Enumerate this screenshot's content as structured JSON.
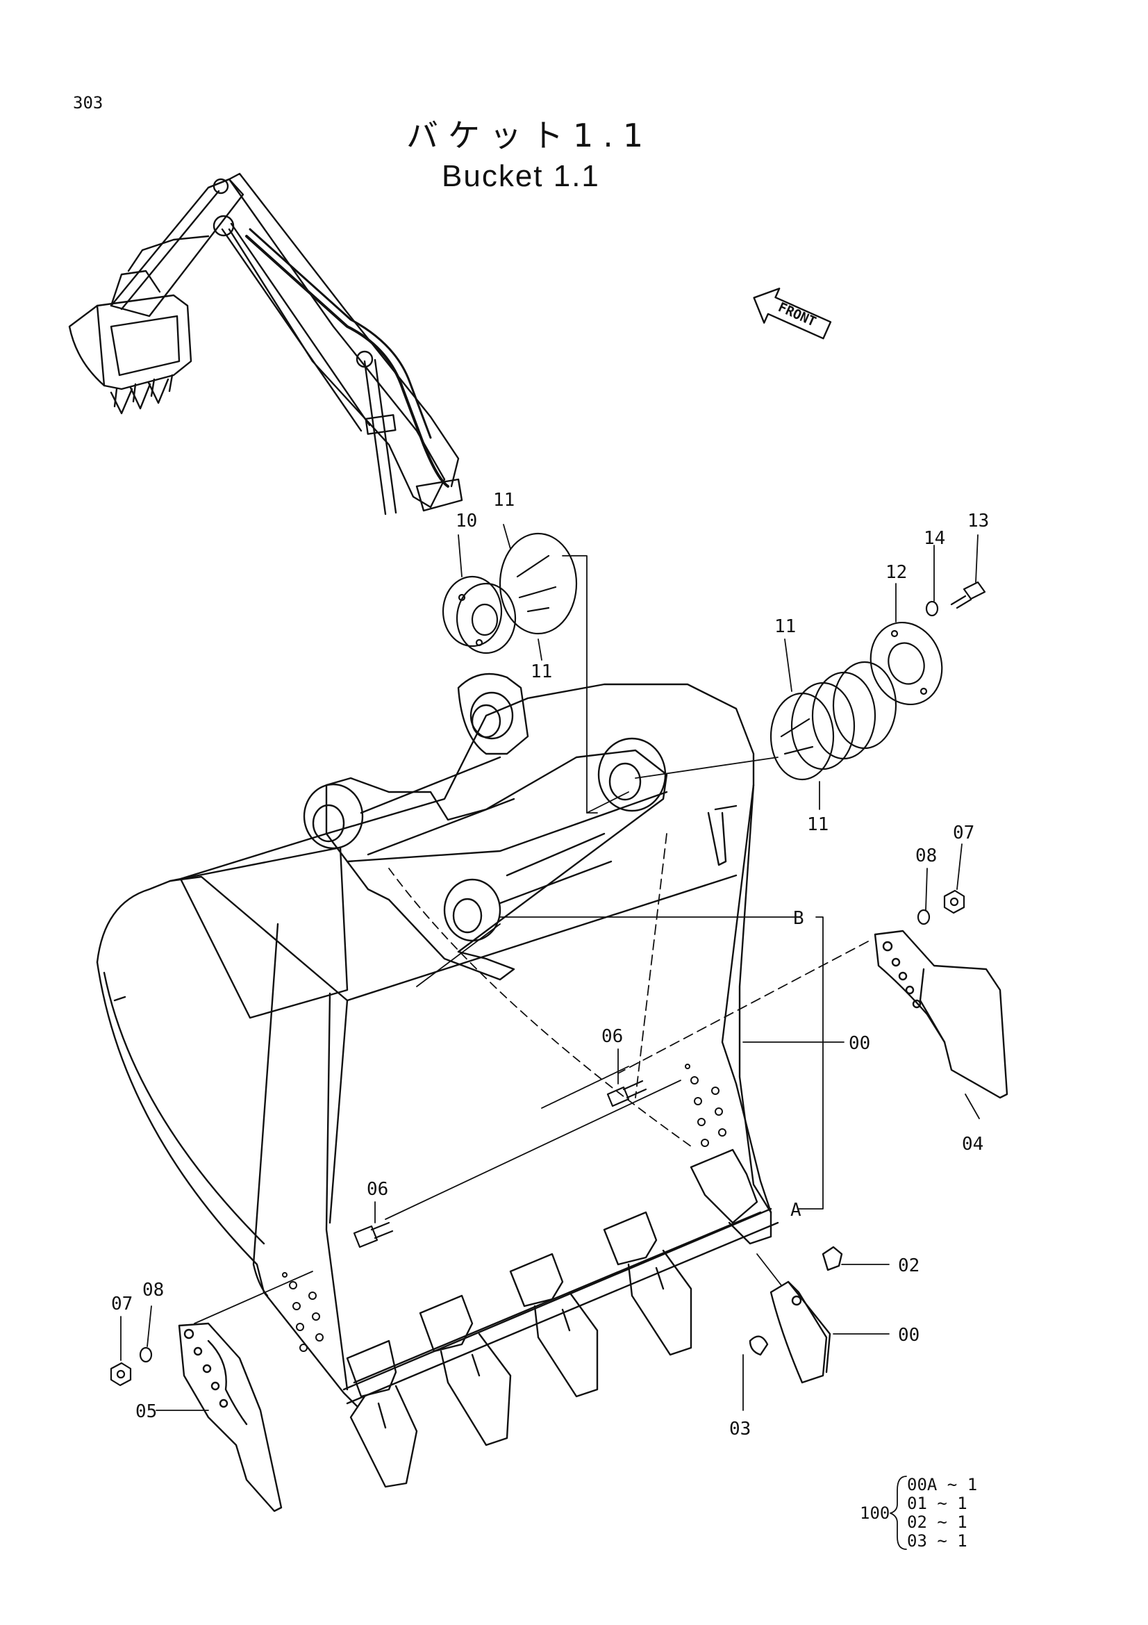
{
  "page_number": "303",
  "title_jp": "バケット1.1",
  "title_en": "Bucket 1.1",
  "front_label": "FRONT",
  "callouts": [
    {
      "id": "c10",
      "label": "10"
    },
    {
      "id": "c11a",
      "label": "11"
    },
    {
      "id": "c11b",
      "label": "11"
    },
    {
      "id": "c11c",
      "label": "11"
    },
    {
      "id": "c11d",
      "label": "11"
    },
    {
      "id": "c12",
      "label": "12"
    },
    {
      "id": "c13",
      "label": "13"
    },
    {
      "id": "c14",
      "label": "14"
    },
    {
      "id": "c08r",
      "label": "08"
    },
    {
      "id": "c07r",
      "label": "07"
    },
    {
      "id": "cB",
      "label": "B"
    },
    {
      "id": "c06a",
      "label": "06"
    },
    {
      "id": "c00a",
      "label": "00"
    },
    {
      "id": "c04",
      "label": "04"
    },
    {
      "id": "c06b",
      "label": "06"
    },
    {
      "id": "cA",
      "label": "A"
    },
    {
      "id": "c02",
      "label": "02"
    },
    {
      "id": "c00b",
      "label": "00"
    },
    {
      "id": "c07l",
      "label": "07"
    },
    {
      "id": "c08l",
      "label": "08"
    },
    {
      "id": "c03",
      "label": "03"
    },
    {
      "id": "c05",
      "label": "05"
    }
  ],
  "kit_table": {
    "label": "100",
    "rows": [
      "00A ~ 1",
      "01  ~ 1",
      "02  ~ 1",
      "03  ~ 1"
    ]
  }
}
